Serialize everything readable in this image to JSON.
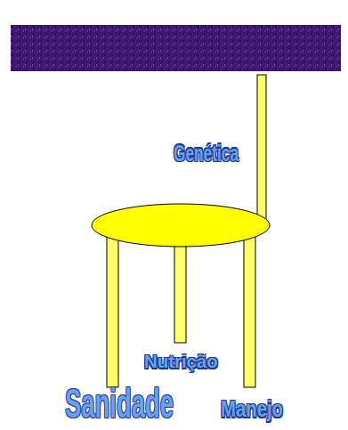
{
  "diagram": {
    "labels": [
      "Genética",
      "Nutrição",
      "Sanidade",
      "Manejo"
    ]
  }
}
